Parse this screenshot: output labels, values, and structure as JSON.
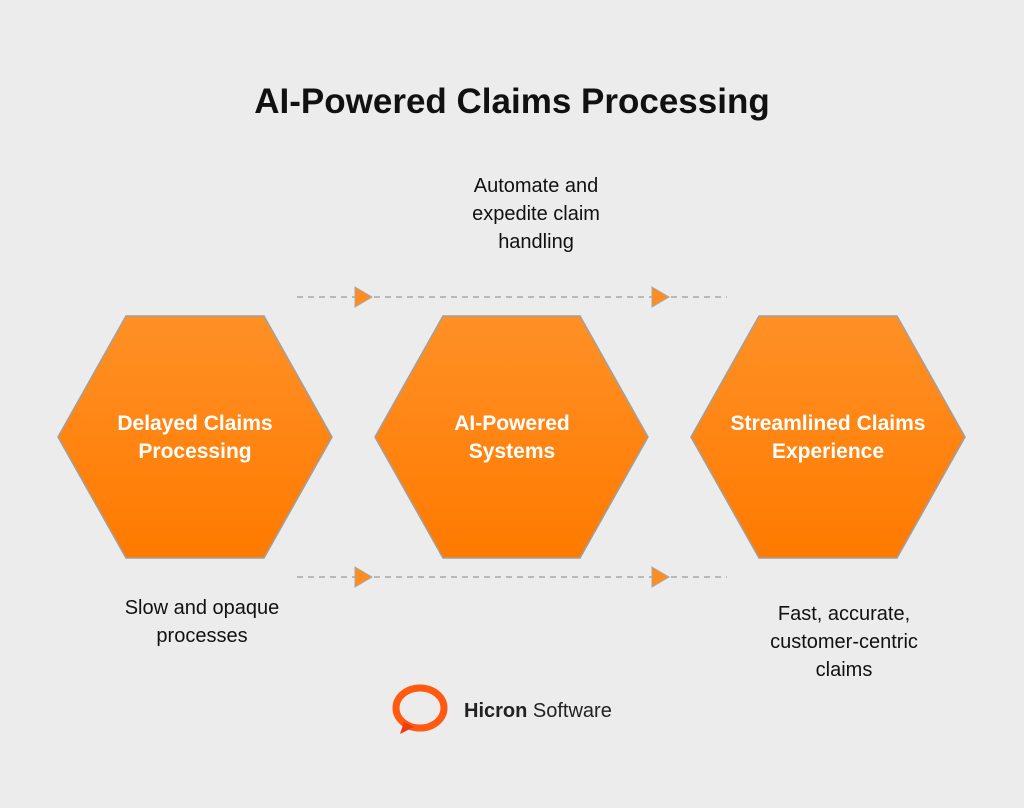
{
  "title": "AI-Powered Claims Processing",
  "top_note": [
    "Automate and",
    "expedite claim",
    "handling"
  ],
  "hexagons": [
    {
      "label": [
        "Delayed Claims",
        "Processing"
      ]
    },
    {
      "label": [
        "AI-Powered",
        "Systems"
      ]
    },
    {
      "label": [
        "Streamlined Claims",
        "Experience"
      ]
    }
  ],
  "left_note": [
    "Slow and opaque",
    "processes"
  ],
  "right_note": [
    "Fast, accurate,",
    "customer-centric",
    "claims"
  ],
  "logo": {
    "brand": "Hicron",
    "suffix": "Software"
  },
  "colors": {
    "hex_top": "#ff9026",
    "hex_bottom": "#ff7a00",
    "arrow": "#ff8c1e",
    "line": "#a8a8a8"
  }
}
